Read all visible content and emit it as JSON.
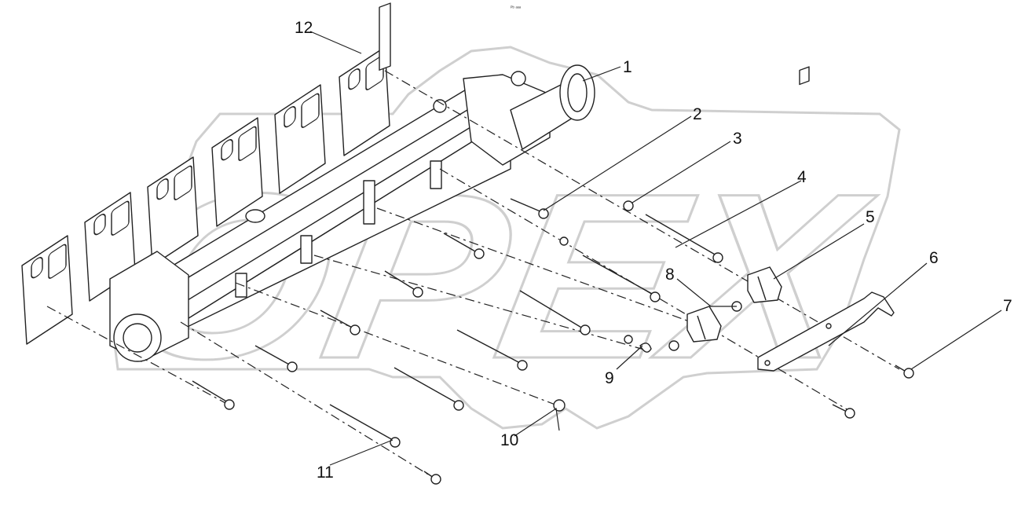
{
  "header": {
    "tiny_text": "ᴾᵇ ᵃᵃᵃ"
  },
  "watermark": {
    "text": "OPEX",
    "color": "#cfcfcf"
  },
  "callouts": [
    {
      "label": "1"
    },
    {
      "label": "2"
    },
    {
      "label": "3"
    },
    {
      "label": "4"
    },
    {
      "label": "5"
    },
    {
      "label": "6"
    },
    {
      "label": "7"
    },
    {
      "label": "8"
    },
    {
      "label": "9"
    },
    {
      "label": "10"
    },
    {
      "label": "11"
    },
    {
      "label": "12"
    }
  ]
}
